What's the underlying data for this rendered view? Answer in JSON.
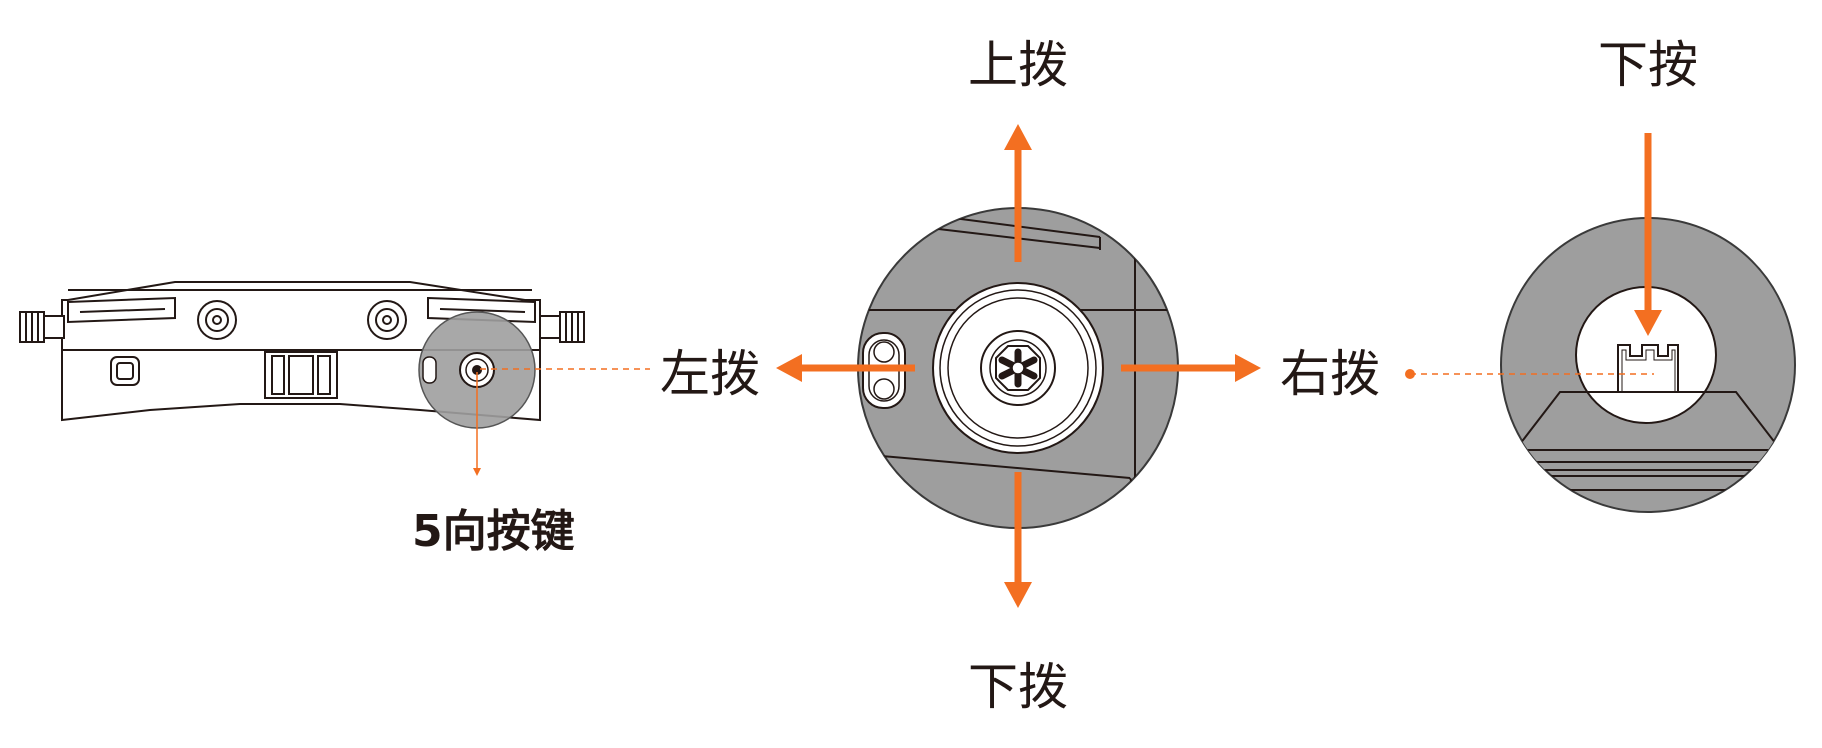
{
  "colors": {
    "accent": "#f36f21",
    "line": "#231815",
    "device_fill": "#ffffff",
    "lens_fill": "#9e9e9e",
    "lens_stroke": "#3a3a3a"
  },
  "labels": {
    "key_name": "5向按键",
    "left": "左拨",
    "up": "上拨",
    "right": "右拨",
    "down": "下拨",
    "press": "下按"
  },
  "icons": {
    "device": "controller-side-view",
    "joystick": "five-way-joystick",
    "press_view": "joystick-press-side-view"
  }
}
